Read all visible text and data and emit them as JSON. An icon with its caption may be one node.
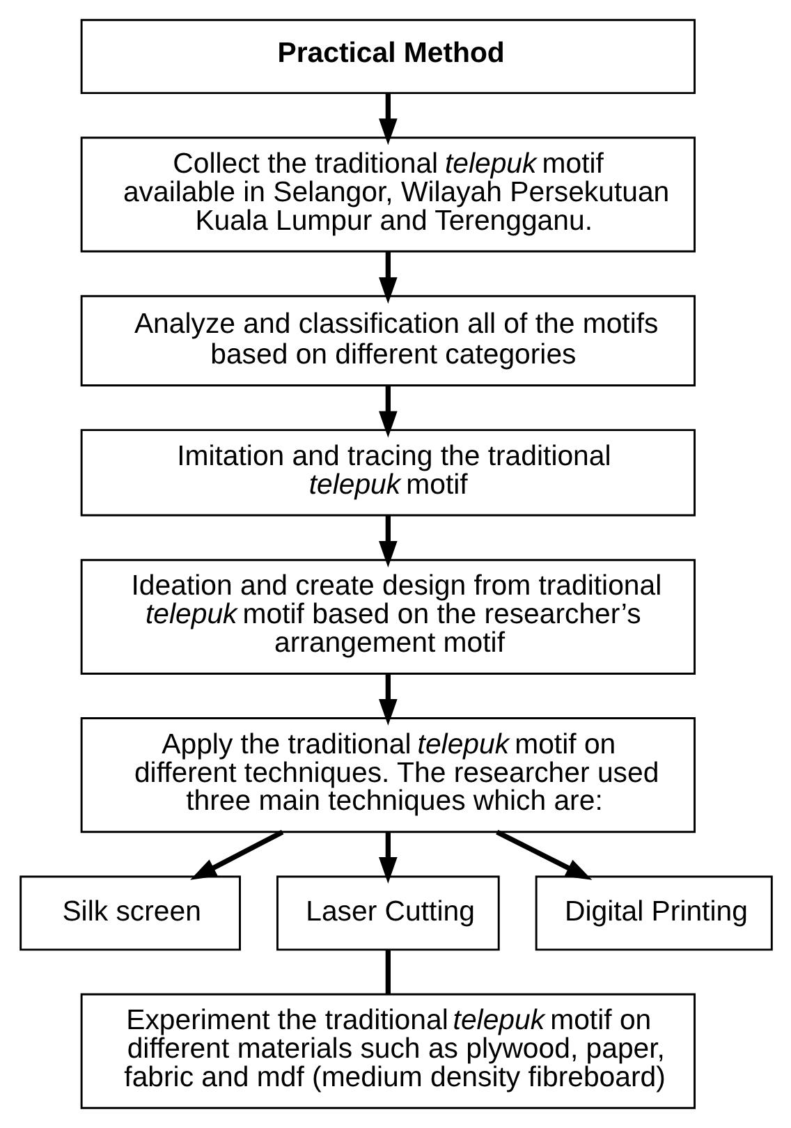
{
  "diagram": {
    "nodes": [
      {
        "text": [
          "Practical Method"
        ]
      },
      {
        "text": [
          "Collect the traditional *telepuk* motif available in Selangor, Wilayah Persekutuan Kuala Lumpur and Terengganu."
        ]
      },
      {
        "text": [
          "Analyze and classification all of the motifs based on different categories"
        ]
      },
      {
        "text": [
          "Imitation and tracing the traditional *telepuk* motif"
        ]
      },
      {
        "text": [
          "Ideation and create design from traditional *telepuk* motif based on the researcher’s arrangement motif"
        ]
      },
      {
        "text": [
          "Apply the traditional *telepuk* motif on different techniques. The researcher used three main techniques which are:"
        ]
      },
      {
        "text": [
          "Silk screen"
        ]
      },
      {
        "text": [
          "Laser Cutting"
        ]
      },
      {
        "text": [
          "Digital Printing"
        ]
      },
      {
        "text": [
          "Experiment the traditional *telepuk* motif on different materials such as plywood, paper, fabric and mdf (medium density fibreboard)"
        ]
      }
    ],
    "edges": [
      {
        "from": 0,
        "to": 1,
        "arrow": "to"
      },
      {
        "from": 1,
        "to": 2,
        "arrow": "to"
      },
      {
        "from": 2,
        "to": 3,
        "arrow": "to"
      },
      {
        "from": 3,
        "to": 4,
        "arrow": "to"
      },
      {
        "from": 4,
        "to": 5,
        "arrow": "to"
      },
      {
        "from": 5,
        "to": 6,
        "arrow": "to"
      },
      {
        "from": 5,
        "to": 7,
        "arrow": "to"
      },
      {
        "from": 5,
        "to": 8,
        "arrow": "to"
      },
      {
        "from": 7,
        "to": 9,
        "arrow": "none"
      }
    ]
  }
}
